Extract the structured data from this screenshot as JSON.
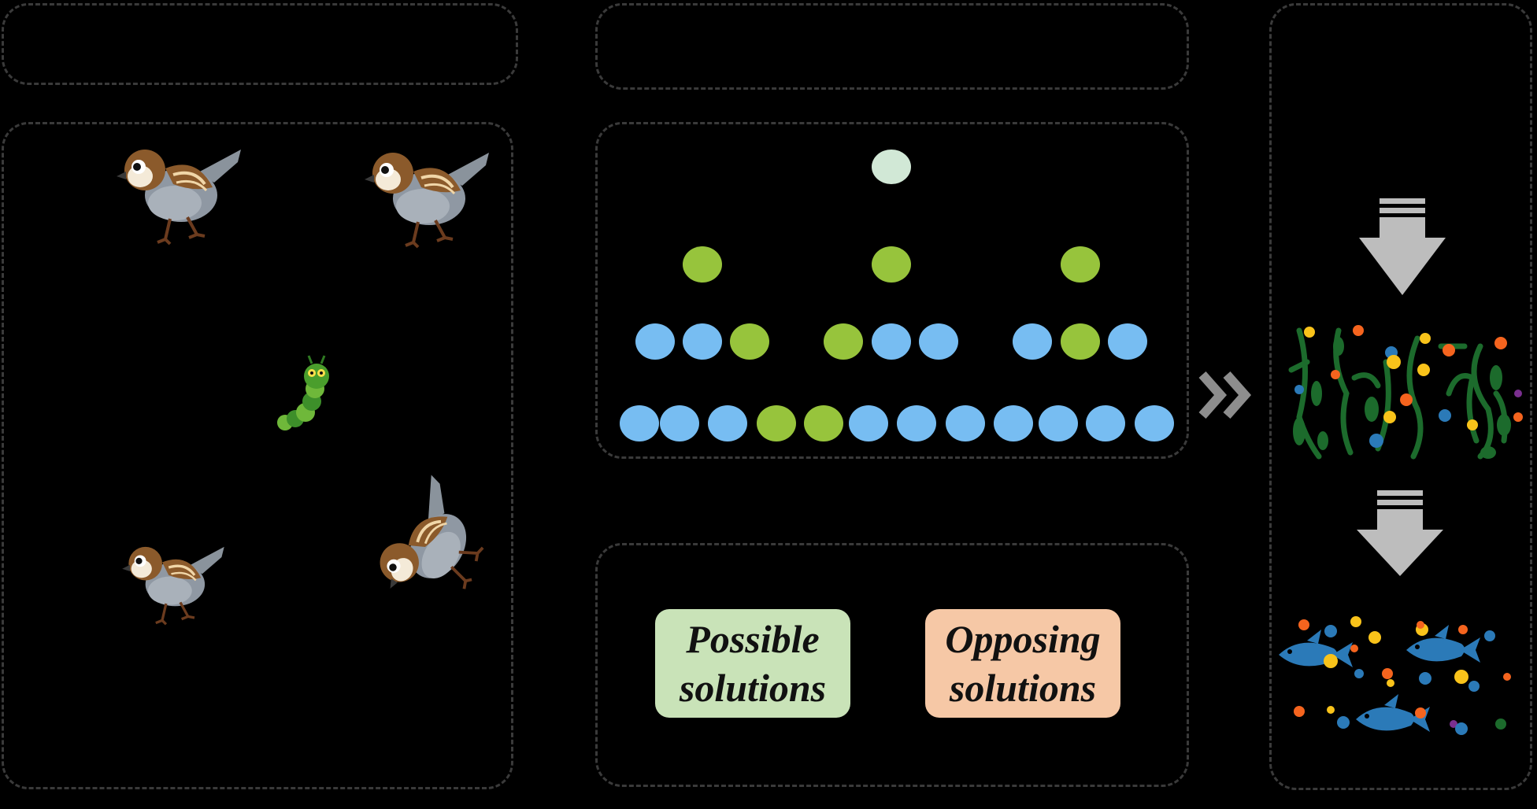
{
  "colors": {
    "background": "#000000",
    "panel_border": "#3a3a3a",
    "node_root": "#d1e8d6",
    "node_green": "#97c43c",
    "node_blue": "#77bdf2",
    "arrow_gray": "#bdbdbd",
    "possible_bg": "#c9e3b8",
    "opposing_bg": "#f6c8a6",
    "fish": "#2b7ab8",
    "weed": "#1c6b2c"
  },
  "tree": {
    "rows": [
      [
        "root"
      ],
      [
        "green",
        "green",
        "green"
      ],
      [
        "blue",
        "blue",
        "green",
        "green",
        "blue",
        "blue",
        "blue",
        "green",
        "blue"
      ],
      [
        "blue",
        "blue",
        "blue",
        "green",
        "green",
        "blue",
        "blue",
        "blue",
        "blue",
        "blue",
        "blue",
        "blue"
      ]
    ]
  },
  "legend": {
    "possible": "Possible solutions",
    "opposing": "Opposing solutions"
  },
  "icons": {
    "birds": [
      "sparrow-icon",
      "sparrow-icon",
      "sparrow-icon",
      "sparrow-icon"
    ],
    "prey": "caterpillar-icon",
    "arrow_right": "double-chevron-icon",
    "arrow_down": "down-arrow-icon",
    "weeds": "seaweed-icon",
    "fish": "fish-icon"
  }
}
